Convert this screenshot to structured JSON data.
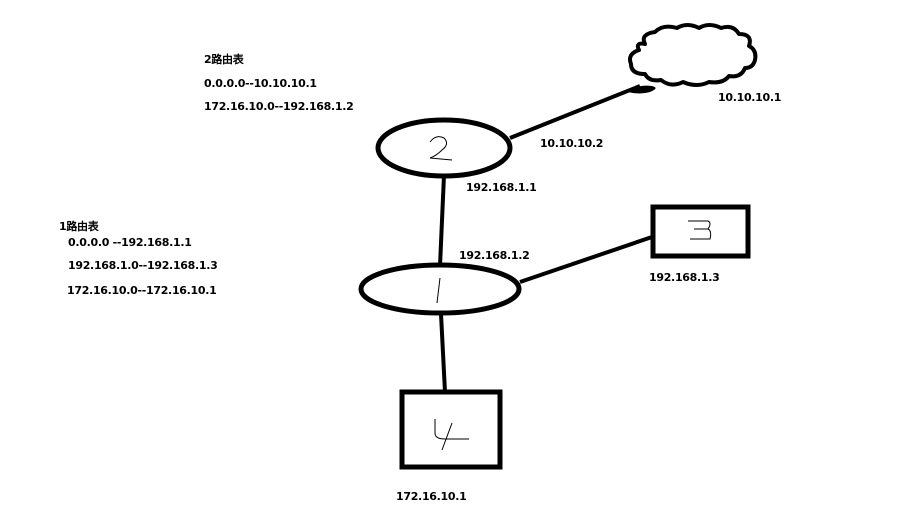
{
  "colors": {
    "ink": "#000000",
    "background": "#ffffff"
  },
  "routing_tables": [
    {
      "title": "2路由表",
      "entries": [
        "0.0.0.0--10.10.10.1",
        "172.16.10.0--192.168.1.2"
      ]
    },
    {
      "title": "1路由表",
      "entries": [
        "0.0.0.0 --192.168.1.1",
        "192.168.1.0--192.168.1.3",
        "172.16.10.0--172.16.10.1"
      ]
    }
  ],
  "nodes": [
    {
      "id": "cloud",
      "shape": "cloud",
      "label": "",
      "ip": "10.10.10.1"
    },
    {
      "id": "router2",
      "shape": "ellipse",
      "label": "2",
      "ip": ""
    },
    {
      "id": "router1",
      "shape": "ellipse",
      "label": "1",
      "ip": ""
    },
    {
      "id": "host3",
      "shape": "rect",
      "label": "3",
      "ip": "192.168.1.3"
    },
    {
      "id": "host4",
      "shape": "rect",
      "label": "4",
      "ip": "172.16.10.1"
    }
  ],
  "links": [
    {
      "from": "router2",
      "to": "cloud",
      "from_ip": "10.10.10.2"
    },
    {
      "from": "router2",
      "to": "router1",
      "from_ip": "192.168.1.1",
      "to_ip": "192.168.1.2"
    },
    {
      "from": "router1",
      "to": "host3"
    },
    {
      "from": "router1",
      "to": "host4"
    }
  ],
  "interface_labels": {
    "r2_wan": "10.10.10.2",
    "r2_lan": "192.168.1.1",
    "r1_up": "192.168.1.2",
    "cloud_ip": "10.10.10.1",
    "host3_ip": "192.168.1.3",
    "host4_ip": "172.16.10.1"
  }
}
